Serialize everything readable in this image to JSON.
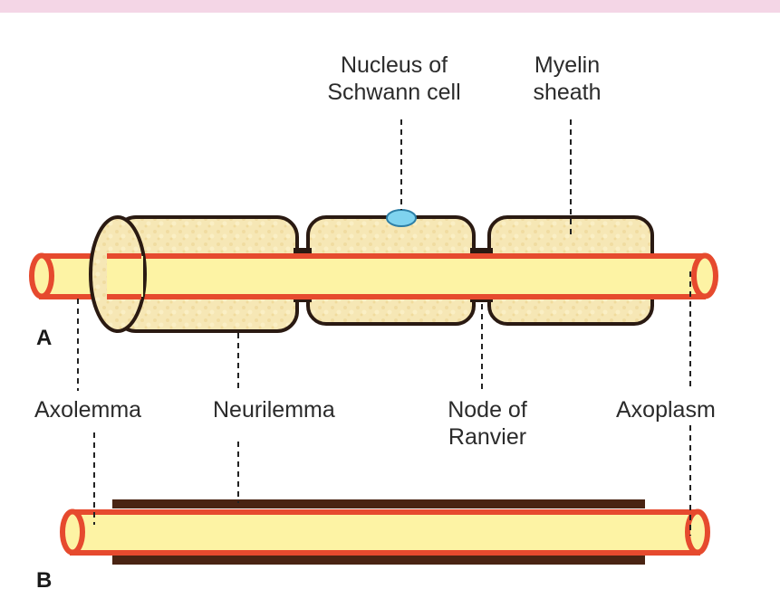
{
  "panels": {
    "a": "A",
    "b": "B"
  },
  "labels": {
    "nucleus_line1": "Nucleus of",
    "nucleus_line2": "Schwann cell",
    "myelin_line1": "Myelin",
    "myelin_line2": "sheath",
    "axolemma": "Axolemma",
    "neurilemma": "Neurilemma",
    "node_line1": "Node of",
    "node_line2": "Ranvier",
    "axoplasm": "Axoplasm"
  },
  "colors": {
    "axon_fill": "#fdf3a4",
    "axolemma_red": "#e64a2e",
    "myelin_fill": "#f6e7b5",
    "myelin_outline": "#2a1a12",
    "neurilemma_dark": "#4a2413",
    "nucleus_blue": "#7fd3ef",
    "header_pink": "#f4d6e6"
  }
}
